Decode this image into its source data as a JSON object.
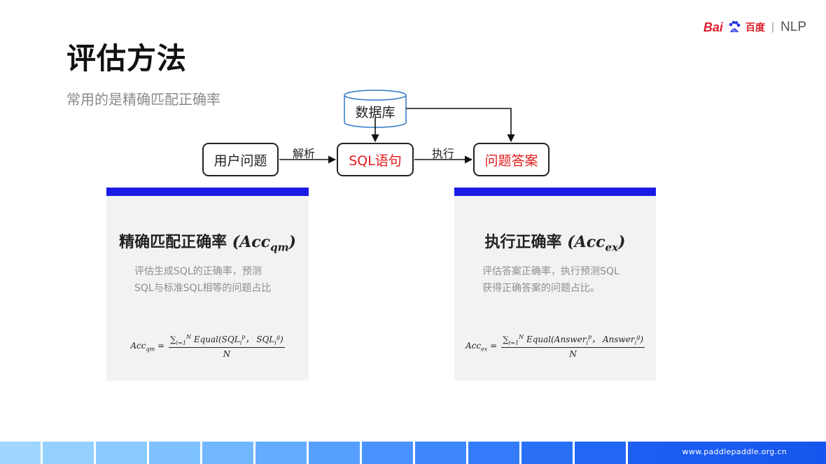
{
  "header": {
    "title": "评估方法",
    "subtitle": "常用的是精确匹配正确率",
    "logo": {
      "bai": "Bai",
      "du": "du",
      "name": "百度",
      "separator": "|",
      "nlp": "NLP"
    }
  },
  "flow": {
    "db": "数据库",
    "user_question": "用户问题",
    "sql_statement": "SQL语句",
    "answer": "问题答案",
    "parse_label": "解析",
    "exec_label": "执行"
  },
  "cards": {
    "left": {
      "title": "精确匹配正确率",
      "metric": "Acc",
      "metric_sub": "qm",
      "desc_line1": "评估生成SQL的正确率，预测",
      "desc_line2": "SQL与标准SQL相等的问题占比",
      "formula": {
        "lhs": "Acc",
        "lhs_sub": "qm",
        "eq": "=",
        "sum": "∑",
        "sum_sub": "i=1",
        "sum_sup": "N",
        "func": "Equal(SQL",
        "arg1_sub": "i",
        "arg1_sup": "p",
        "comma": "，",
        "arg2": "SQL",
        "arg2_sub": "i",
        "arg2_sup": "g",
        "close": ")",
        "den": "N"
      }
    },
    "right": {
      "title": "执行正确率",
      "metric": "Acc",
      "metric_sub": "ex",
      "desc_line1": "评估答案正确率，执行预测SQL",
      "desc_line2": "获得正确答案的问题占比。",
      "formula": {
        "lhs": "Acc",
        "lhs_sub": "ex",
        "eq": "=",
        "sum": "∑",
        "sum_sub": "i=1",
        "sum_sup": "N",
        "func": "Equal(Answer",
        "arg1_sub": "i",
        "arg1_sup": "p",
        "comma": "，",
        "arg2": "Answer",
        "arg2_sub": "i",
        "arg2_sup": "g",
        "close": ")",
        "den": "N"
      }
    }
  },
  "footer": {
    "url": "www.paddlepaddle.org.cn"
  },
  "colors": {
    "accent_blue": "#1a1ce6",
    "highlight_red": "#e01b1b",
    "baidu_red": "#de1e29",
    "card_bg": "#f2f2f2"
  }
}
